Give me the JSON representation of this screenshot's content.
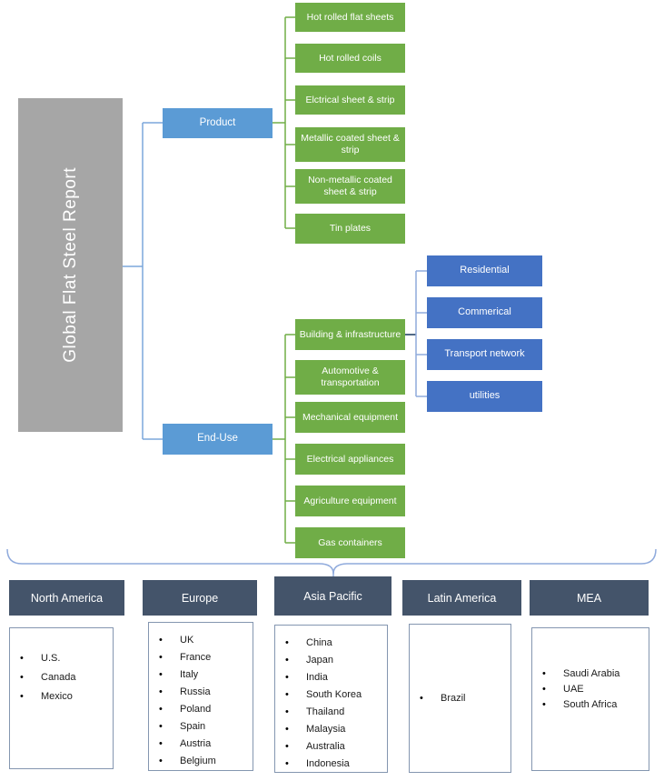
{
  "title": {
    "label": "Global Flat Steel Report"
  },
  "product": {
    "label": "Product",
    "items": [
      "Hot rolled flat sheets",
      "Hot rolled coils",
      "Elctrical sheet & strip",
      "Metallic coated sheet & strip",
      "Non-metallic coated sheet & strip",
      "Tin plates"
    ]
  },
  "end_use": {
    "label": "End-Use",
    "items": [
      "Building & infrastructure",
      "Automotive & transportation",
      "Mechanical equipment",
      "Electrical appliances",
      "Agriculture equipment",
      "Gas containers"
    ],
    "building_sub": [
      "Residential",
      "Commerical",
      "Transport network",
      "utilities"
    ]
  },
  "regions": [
    {
      "name": "North America",
      "items": [
        "U.S.",
        "Canada",
        "Mexico"
      ]
    },
    {
      "name": "Europe",
      "items": [
        "UK",
        "France",
        "Italy",
        "Russia",
        "Poland",
        "Spain",
        "Austria",
        "Belgium"
      ]
    },
    {
      "name": "Asia Pacific",
      "items": [
        "China",
        "Japan",
        "India",
        "South Korea",
        "Thailand",
        "Malaysia",
        "Australia",
        "Indonesia"
      ]
    },
    {
      "name": "Latin America",
      "items": [
        "Brazil"
      ]
    },
    {
      "name": "MEA",
      "items": [
        "Saudi Arabia",
        "UAE",
        "South Africa"
      ]
    }
  ],
  "colors": {
    "green": "#70AD47",
    "blue": "#5B9BD5",
    "dark_blue": "#4472C4",
    "gray": "#A6A6A6",
    "slate_header": "#44546A",
    "connector_blue": "#7BA7DB",
    "connector_green": "#70AD47",
    "connector_periwinkle": "#8FAADC",
    "connector_navy": "#17375E",
    "list_border": "#8496B0"
  }
}
